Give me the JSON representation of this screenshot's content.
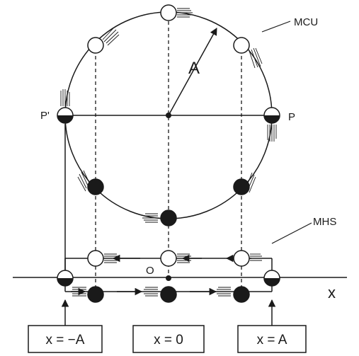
{
  "labels": {
    "mcu": "MCU",
    "mhs": "MHS",
    "radius": "A",
    "point_p": "P",
    "point_p_prime": "P'",
    "origin": "O",
    "x_axis": "x"
  },
  "boxes": {
    "left": "x = −A",
    "center": "x = 0",
    "right": "x = A"
  },
  "colors": {
    "line": "#1a1a1a",
    "ball_dark": "#1a1a1a",
    "ball_light": "#ffffff"
  }
}
